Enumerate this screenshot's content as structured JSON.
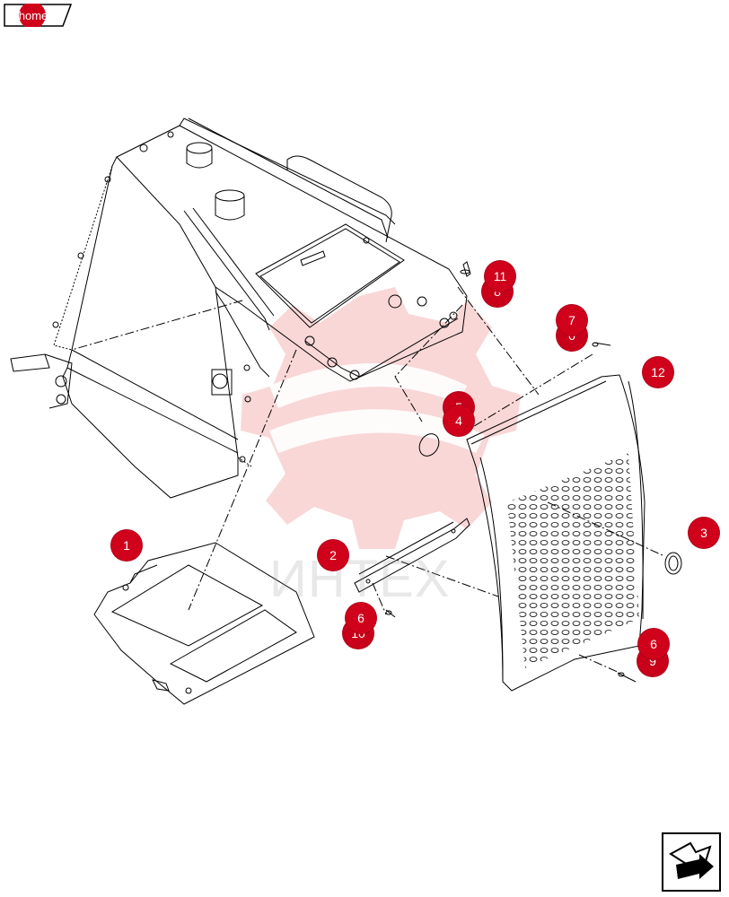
{
  "home": {
    "label": "home"
  },
  "watermark": {
    "text": "ИНТЕХ"
  },
  "callouts": [
    {
      "id": "c11",
      "label": "11"
    },
    {
      "id": "c8",
      "label": "8"
    },
    {
      "id": "c7",
      "label": "7"
    },
    {
      "id": "c0",
      "label": "0"
    },
    {
      "id": "c12",
      "label": "12"
    },
    {
      "id": "c5",
      "label": "5"
    },
    {
      "id": "c4",
      "label": "4"
    },
    {
      "id": "c3",
      "label": "3"
    },
    {
      "id": "c1",
      "label": "1"
    },
    {
      "id": "c2",
      "label": "2"
    },
    {
      "id": "c6a",
      "label": "6"
    },
    {
      "id": "c10",
      "label": "10"
    },
    {
      "id": "c6b",
      "label": "6"
    },
    {
      "id": "c9",
      "label": "9"
    }
  ],
  "colors": {
    "callout": "#d0021b",
    "watermark": "#f4c7c7",
    "line": "#000000"
  },
  "icons": {
    "home": "home-tab-icon",
    "next": "next-page-arrow-icon"
  }
}
